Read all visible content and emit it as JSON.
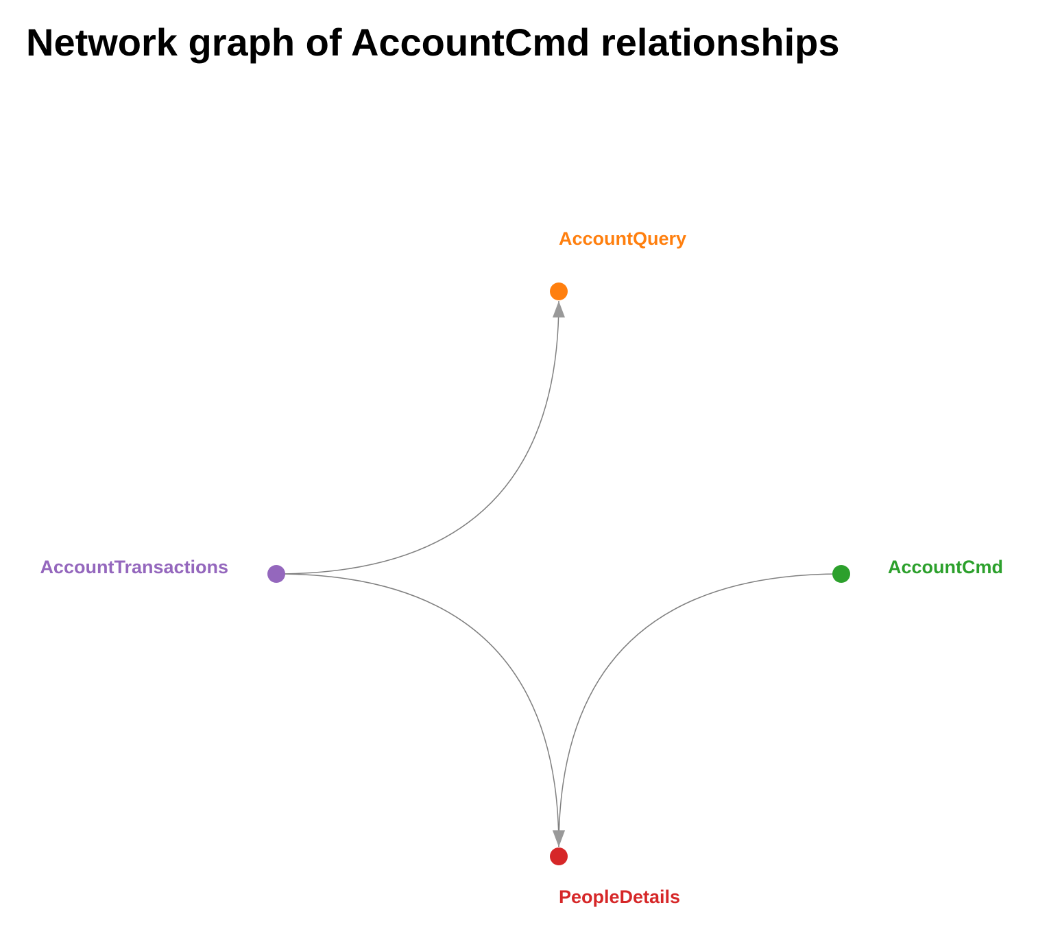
{
  "title": "Network graph of AccountCmd relationships",
  "colors": {
    "edge": "#808080",
    "arrowhead": "#999999"
  },
  "nodes": [
    {
      "id": "AccountQuery",
      "label": "AccountQuery",
      "color": "#ff7f0e"
    },
    {
      "id": "AccountTransactions",
      "label": "AccountTransactions",
      "color": "#9467bd"
    },
    {
      "id": "AccountCmd",
      "label": "AccountCmd",
      "color": "#2ca02c"
    },
    {
      "id": "PeopleDetails",
      "label": "PeopleDetails",
      "color": "#d62728"
    }
  ],
  "edges": [
    {
      "source": "AccountTransactions",
      "target": "AccountQuery"
    },
    {
      "source": "AccountTransactions",
      "target": "PeopleDetails"
    },
    {
      "source": "AccountCmd",
      "target": "PeopleDetails"
    }
  ]
}
